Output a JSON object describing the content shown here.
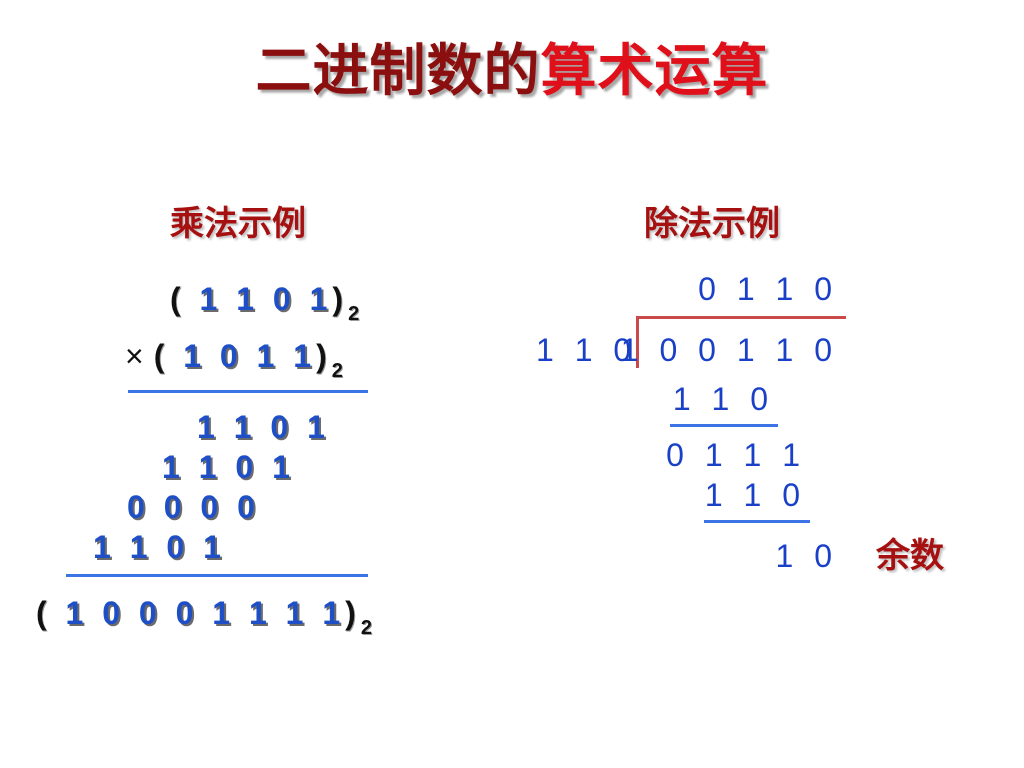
{
  "title": {
    "part1": "二进制数的",
    "part2": "算术运算"
  },
  "colors": {
    "title_dark": "#8c0f0f",
    "title_red": "#e0101a",
    "heading": "#a61010",
    "digits": "#1f4fc7",
    "rule": "#3c74e6",
    "division_bracket": "#c84a4a"
  },
  "multiplication": {
    "heading": "乘法示例",
    "open_paren": "(",
    "close_paren": ")",
    "times_sign": "×",
    "base_subscript": "2",
    "multiplicand": "1 1 0 1",
    "multiplier": "1 0 1 1",
    "partial_products": [
      "1 1 0 1",
      "1 1 0 1",
      "0 0 0 0",
      "1 1 0 1"
    ],
    "result": "1 0 0 0 1 1 1 1"
  },
  "division": {
    "heading": "除法示例",
    "quotient": "0 1 1 0",
    "divisor": "1 1 0",
    "dividend": "1 0 0 1 1 0",
    "steps": [
      "1 1 0",
      "0 1 1 1",
      "1 1 0"
    ],
    "remainder_value": "1 0",
    "remainder_label": "余数"
  }
}
